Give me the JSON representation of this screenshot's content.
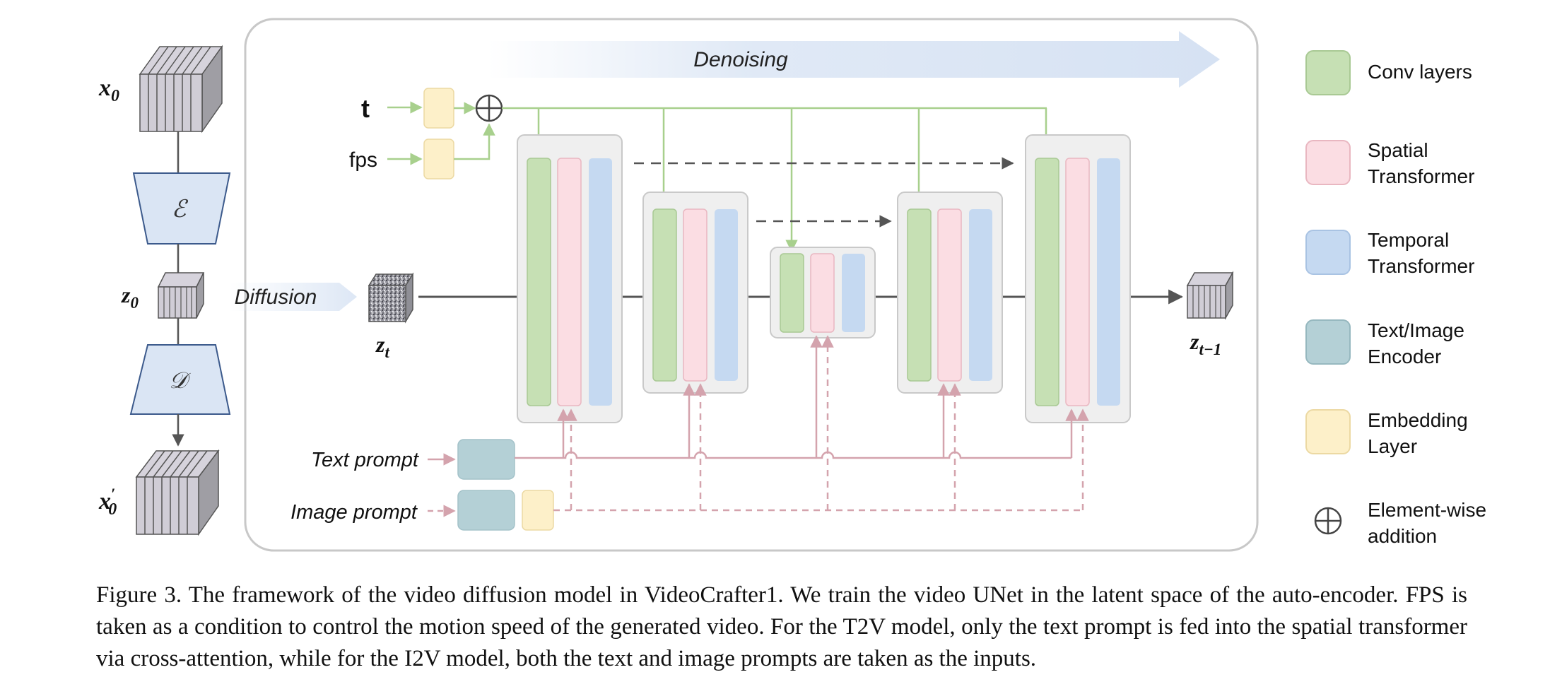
{
  "encoder": {
    "x0_label": "x",
    "x0_sub": "0",
    "encoder_symbol": "ℰ",
    "z0_label": "z",
    "z0_sub": "0",
    "decoder_symbol": "𝒟",
    "x0p_label": "x",
    "x0p_prime": "′",
    "x0p_sub": "0"
  },
  "diffusion_label": "Diffusion",
  "denoising_label": "Denoising",
  "zt": {
    "label": "z",
    "sub": "t"
  },
  "zt1": {
    "label": "z",
    "sub": "t−1"
  },
  "inputs": {
    "t": "t",
    "fps": "fps"
  },
  "prompts": {
    "text": "Text prompt",
    "image": "Image prompt"
  },
  "legend": [
    {
      "key": "conv",
      "lines": [
        "Conv layers"
      ],
      "color": "#c6e0b4",
      "border": "#a9c994"
    },
    {
      "key": "spatial",
      "lines": [
        "Spatial",
        "Transformer"
      ],
      "color": "#fbdde3",
      "border": "#e9b7c1"
    },
    {
      "key": "temporal",
      "lines": [
        "Temporal",
        "Transformer"
      ],
      "color": "#c5d9f1",
      "border": "#a9c3e3"
    },
    {
      "key": "encoder",
      "lines": [
        "Text/Image",
        "Encoder"
      ],
      "color": "#b4d0d6",
      "border": "#96b8bf"
    },
    {
      "key": "embedding",
      "lines": [
        "Embedding",
        "Layer"
      ],
      "color": "#fdf0c9",
      "border": "#ecd9a3"
    },
    {
      "key": "addition",
      "lines": [
        "Element-wise",
        "addition"
      ],
      "symbol": "⊕"
    }
  ],
  "caption": "Figure 3. The framework of the video diffusion model in VideoCrafter1. We train the video UNet in the latent space of the auto-encoder. FPS is taken as a condition to control the motion speed of the generated video. For the T2V model, only the text prompt is fed into the spatial transformer via cross-attention, while for the I2V model, both the text and image prompts are taken as the inputs."
}
